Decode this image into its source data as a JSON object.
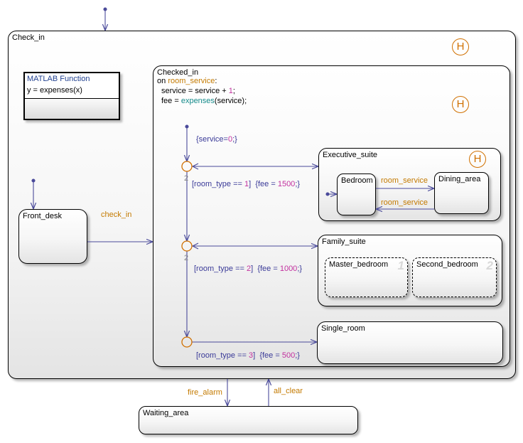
{
  "states": {
    "check_in": "Check_in",
    "front_desk": "Front_desk",
    "checked_in": "Checked_in",
    "executive_suite": "Executive_suite",
    "bedroom": "Bedroom",
    "dining_area": "Dining_area",
    "family_suite": "Family_suite",
    "master_bedroom": "Master_bedroom",
    "second_bedroom": "Second_bedroom",
    "single_room": "Single_room",
    "waiting_area": "Waiting_area"
  },
  "parallel_numbers": {
    "master_bedroom": "1",
    "second_bedroom": "2"
  },
  "history_symbol": "H",
  "matlab_function": {
    "header": "MATLAB Function",
    "signature": "y = expenses(x)"
  },
  "checked_in_action": {
    "on_kw": "on",
    "event": "room_service",
    "colon": ":",
    "line2_a": "service = service + ",
    "line2_num": "1",
    "line2_b": ";",
    "line3_a": "fee = ",
    "line3_fn": "expenses",
    "line3_b": "(service);"
  },
  "transitions": {
    "check_in": "check_in",
    "fire_alarm": "fire_alarm",
    "all_clear": "all_clear",
    "room_service_1": "room_service",
    "room_service_2": "room_service",
    "init_action_a": "{service=",
    "init_action_num": "0",
    "init_action_b": ";}",
    "junction_order_1": "2",
    "junction_order_2": "2",
    "cond1_a": "[room_type == ",
    "cond1_num": "1",
    "cond1_b": "]",
    "cond1_act_a": "{fee = ",
    "cond1_act_num": "1500",
    "cond1_act_b": ";}",
    "cond2_a": "[room_type == ",
    "cond2_num": "2",
    "cond2_b": "]",
    "cond2_act_a": "{fee = ",
    "cond2_act_num": "1000",
    "cond2_act_b": ";}",
    "cond3_a": "[room_type == ",
    "cond3_num": "3",
    "cond3_b": "]",
    "cond3_act_a": "{fee = ",
    "cond3_act_num": "500",
    "cond3_act_b": ";}"
  },
  "colors": {
    "event": "#c47a00",
    "condition": "#3a3a98",
    "number": "#c2309e",
    "function": "#158b8b",
    "history": "#d07000",
    "transition_line": "#4a4a9a"
  }
}
